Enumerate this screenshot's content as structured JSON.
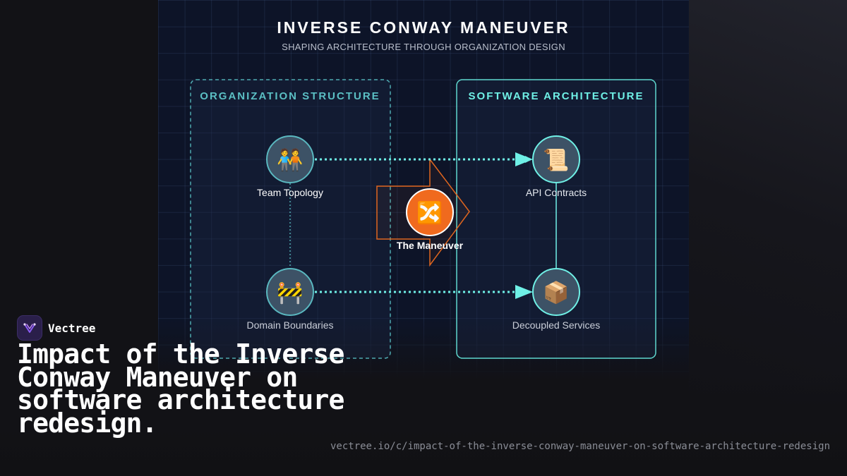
{
  "diagram": {
    "title": "INVERSE CONWAY MANEUVER",
    "subtitle": "SHAPING ARCHITECTURE THROUGH ORGANIZATION DESIGN",
    "groups": {
      "organization": {
        "label": "ORGANIZATION STRUCTURE",
        "color": "#5bbfc4"
      },
      "software": {
        "label": "SOFTWARE ARCHITECTURE",
        "color": "#6ff0e6"
      }
    },
    "nodes": {
      "team_topology": {
        "label": "Team Topology",
        "icon": "people-holding-hands-icon",
        "glyph": "🧑‍🤝‍🧑"
      },
      "domain_boundaries": {
        "label": "Domain Boundaries",
        "icon": "construction-barrier-icon",
        "glyph": "🚧"
      },
      "api_contracts": {
        "label": "API Contracts",
        "icon": "scroll-icon",
        "glyph": "📜"
      },
      "decoupled_services": {
        "label": "Decoupled Services",
        "icon": "package-icon",
        "glyph": "📦"
      },
      "maneuver": {
        "label": "The Maneuver",
        "icon": "shuffle-icon",
        "glyph": "🔀"
      }
    },
    "colors": {
      "accent": "#6ff0e6",
      "maneuver_fill": "#f06a1e",
      "arrow_outline": "#e0661f"
    }
  },
  "brand": {
    "name": "Vectree"
  },
  "headline": "Impact of the Inverse Conway Maneuver on software architecture redesign.",
  "url": "vectree.io/c/impact-of-the-inverse-conway-maneuver-on-software-architecture-redesign"
}
